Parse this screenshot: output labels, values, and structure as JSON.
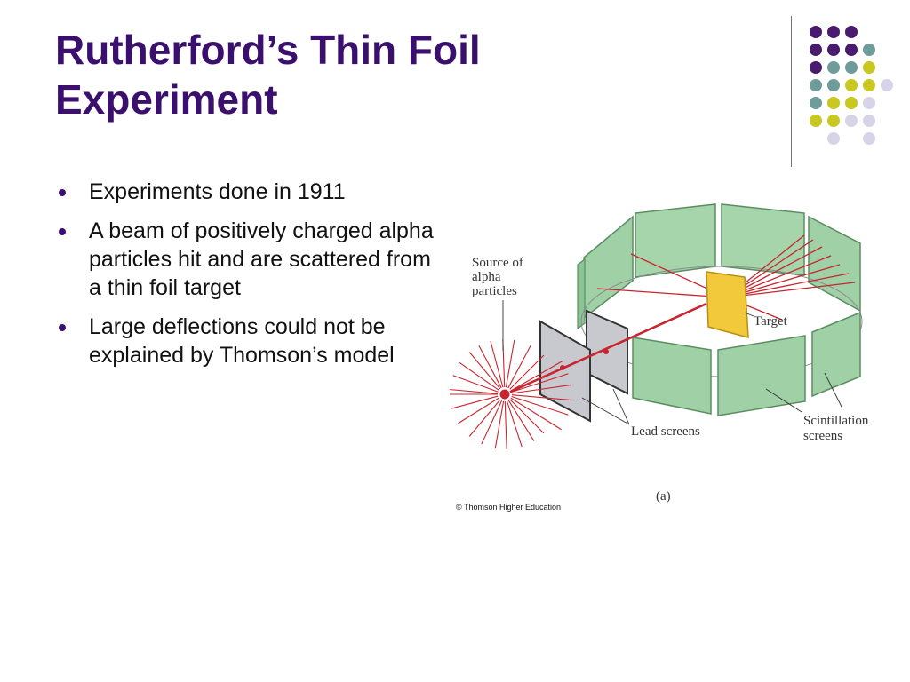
{
  "slide": {
    "title_lines": [
      "Rutherford’s Thin Foil",
      "Experiment"
    ],
    "bullets": [
      "Experiments done in 1911",
      "A beam of positively charged alpha particles hit and are scattered from a thin foil target",
      "Large deflections could not be explained by Thomson’s model"
    ],
    "accent_color": "#3b0f6e"
  },
  "decoration": {
    "dot_colors": {
      "purple": "#4a1a6e",
      "teal": "#6e9c9a",
      "olive": "#c8c820",
      "lavender": "#d6d4e6"
    }
  },
  "diagram": {
    "labels": {
      "source": [
        "Source of",
        "alpha",
        "particles"
      ],
      "target": "Target",
      "lead_screens": "Lead screens",
      "scintillation": [
        "Scintillation",
        "screens"
      ],
      "panel": "(a)"
    },
    "colors": {
      "screen_fill": "#9fd0a6",
      "screen_edge": "#5a8e62",
      "lead_fill": "#c7c9cf",
      "target_fill": "#f3c93c",
      "ray": "#c8252e"
    },
    "credit": "© Thomson Higher Education"
  }
}
